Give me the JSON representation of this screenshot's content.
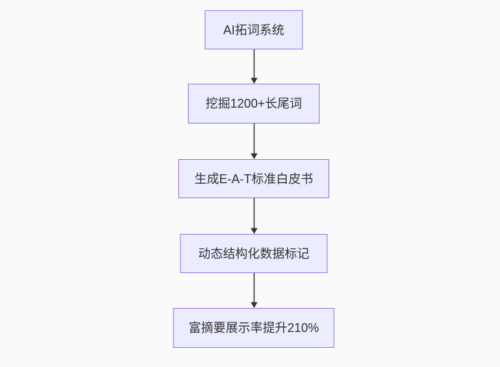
{
  "flowchart": {
    "title": "SEO AI content pipeline flowchart",
    "nodes": [
      {
        "id": "n0",
        "label": "AI拓词系统"
      },
      {
        "id": "n1",
        "label": "挖掘1200+长尾词"
      },
      {
        "id": "n2",
        "label": "生成E-A-T标准白皮书"
      },
      {
        "id": "n3",
        "label": "动态结构化数据标记"
      },
      {
        "id": "n4",
        "label": "富摘要展示率提升210%"
      }
    ],
    "edges": [
      {
        "from": "n0",
        "to": "n1",
        "direction": "down"
      },
      {
        "from": "n1",
        "to": "n2",
        "direction": "down"
      },
      {
        "from": "n2",
        "to": "n3",
        "direction": "down"
      },
      {
        "from": "n3",
        "to": "n4",
        "direction": "down"
      }
    ],
    "theme": {
      "node_fill": "#ECECFF",
      "node_border": "#9370DB",
      "edge_color": "#333333",
      "text_color": "#333333",
      "background": "#fafafa"
    }
  }
}
